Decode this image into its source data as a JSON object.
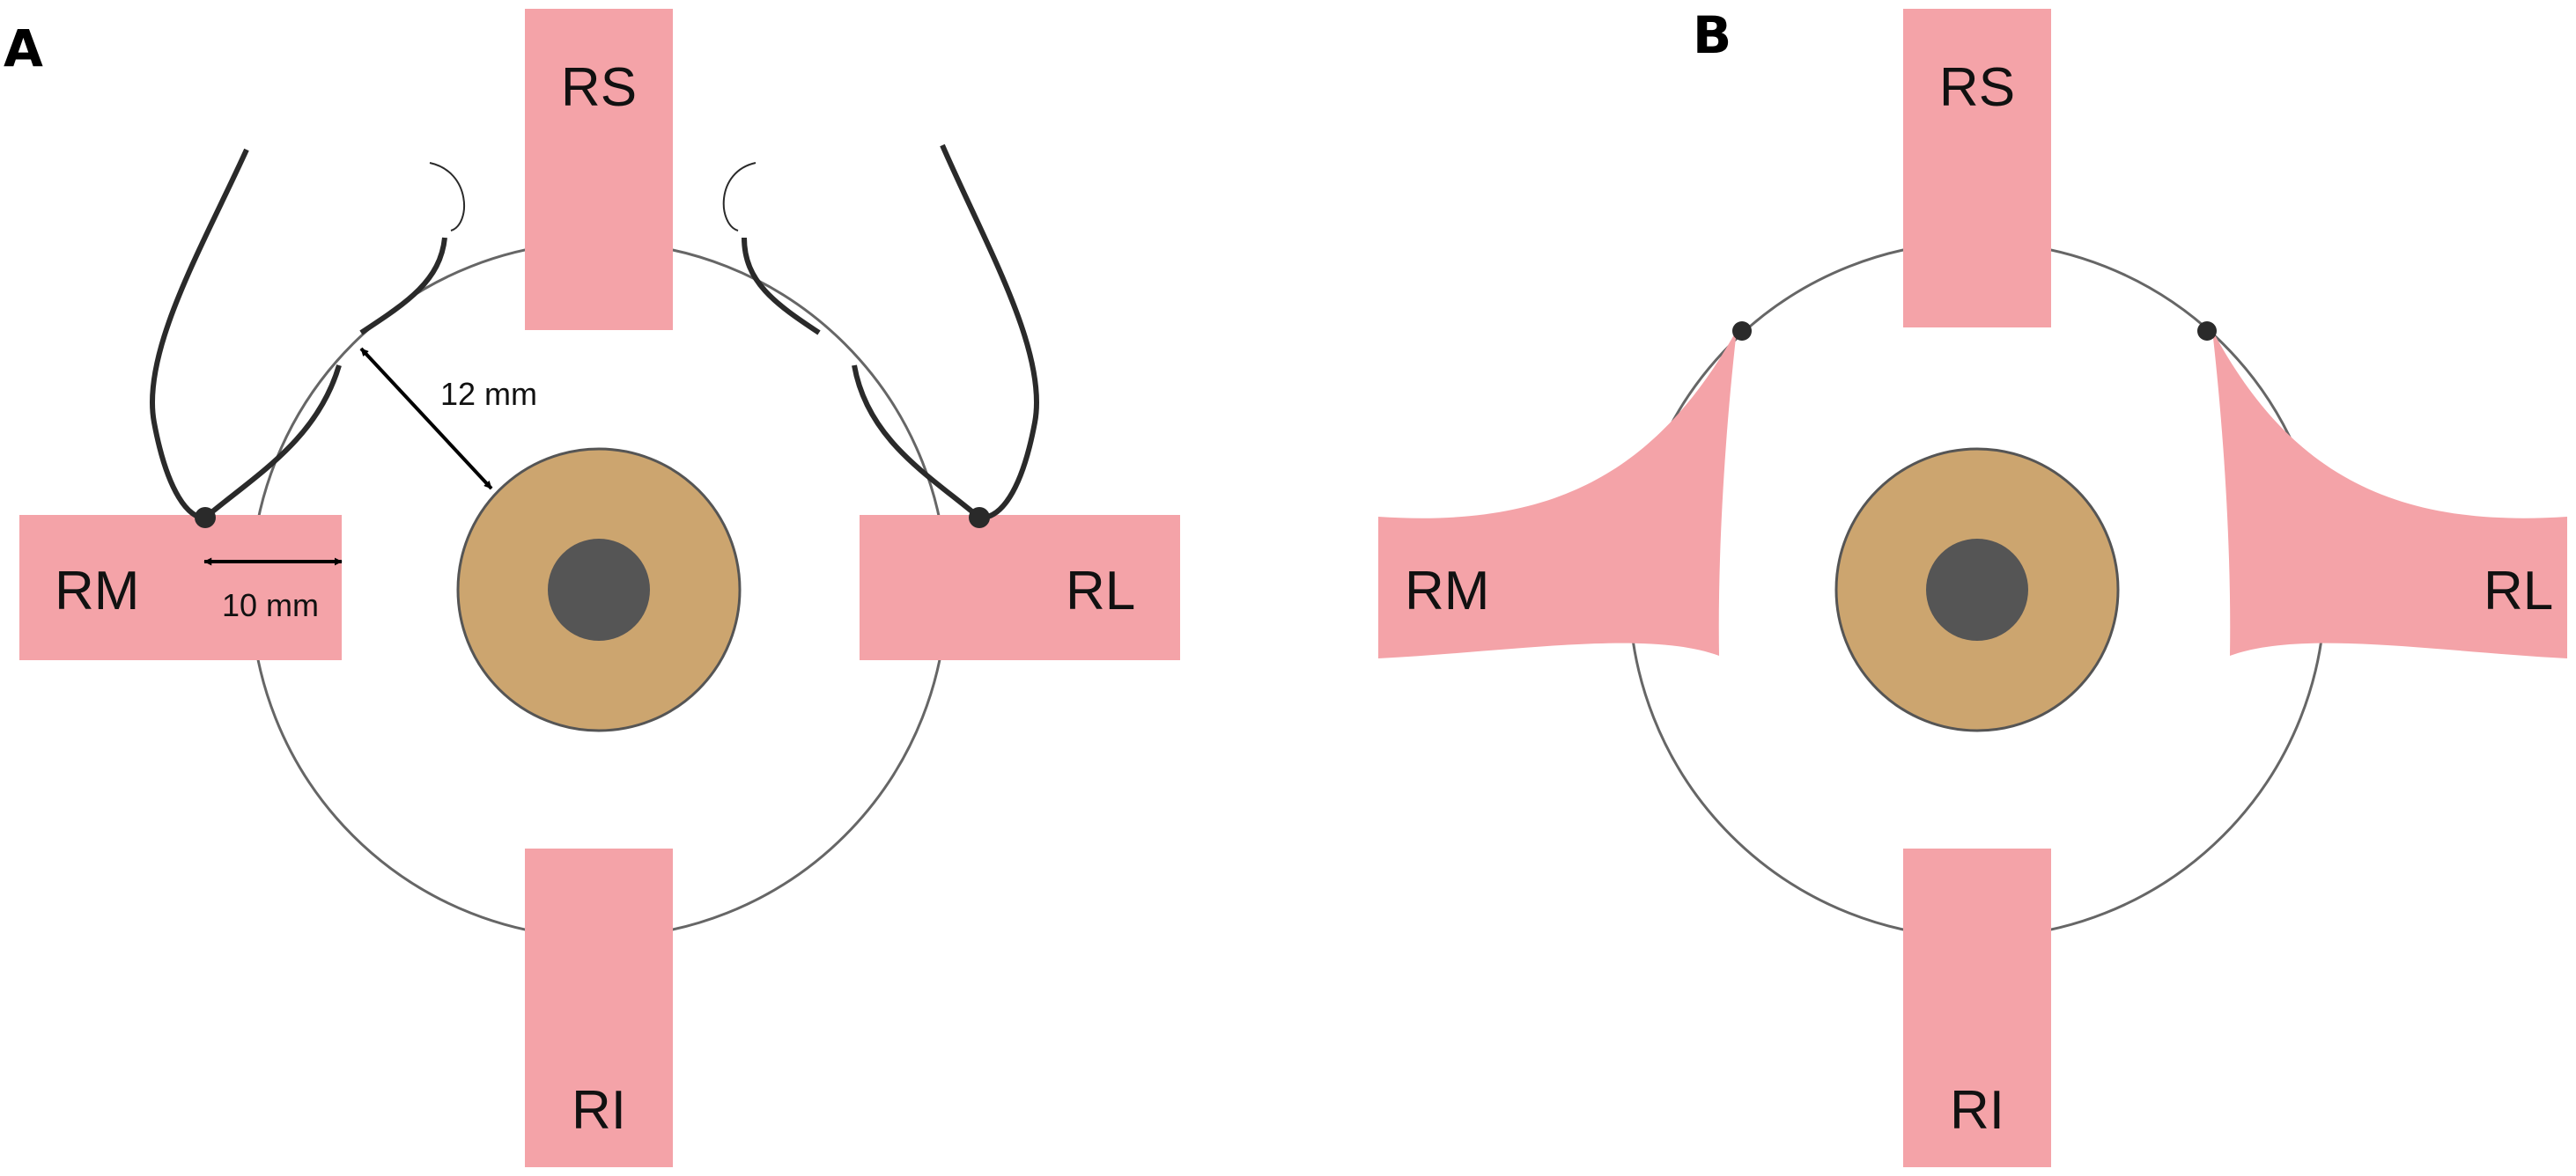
{
  "colors": {
    "muscle": "#f4a3a8",
    "iris": "#cca56f",
    "pupil": "#555555",
    "globe_outline": "#666666",
    "suture": "#2a2a2a",
    "background": "#ffffff"
  },
  "panels": [
    {
      "letter": "A",
      "muscles": {
        "superior": "RS",
        "inferior": "RI",
        "medial": "RM",
        "lateral": "RL"
      },
      "measurements": {
        "radial": "12 mm",
        "insertion": "10 mm"
      }
    },
    {
      "letter": "B",
      "muscles": {
        "superior": "RS",
        "inferior": "RI",
        "medial": "RM",
        "lateral": "RL"
      }
    }
  ]
}
